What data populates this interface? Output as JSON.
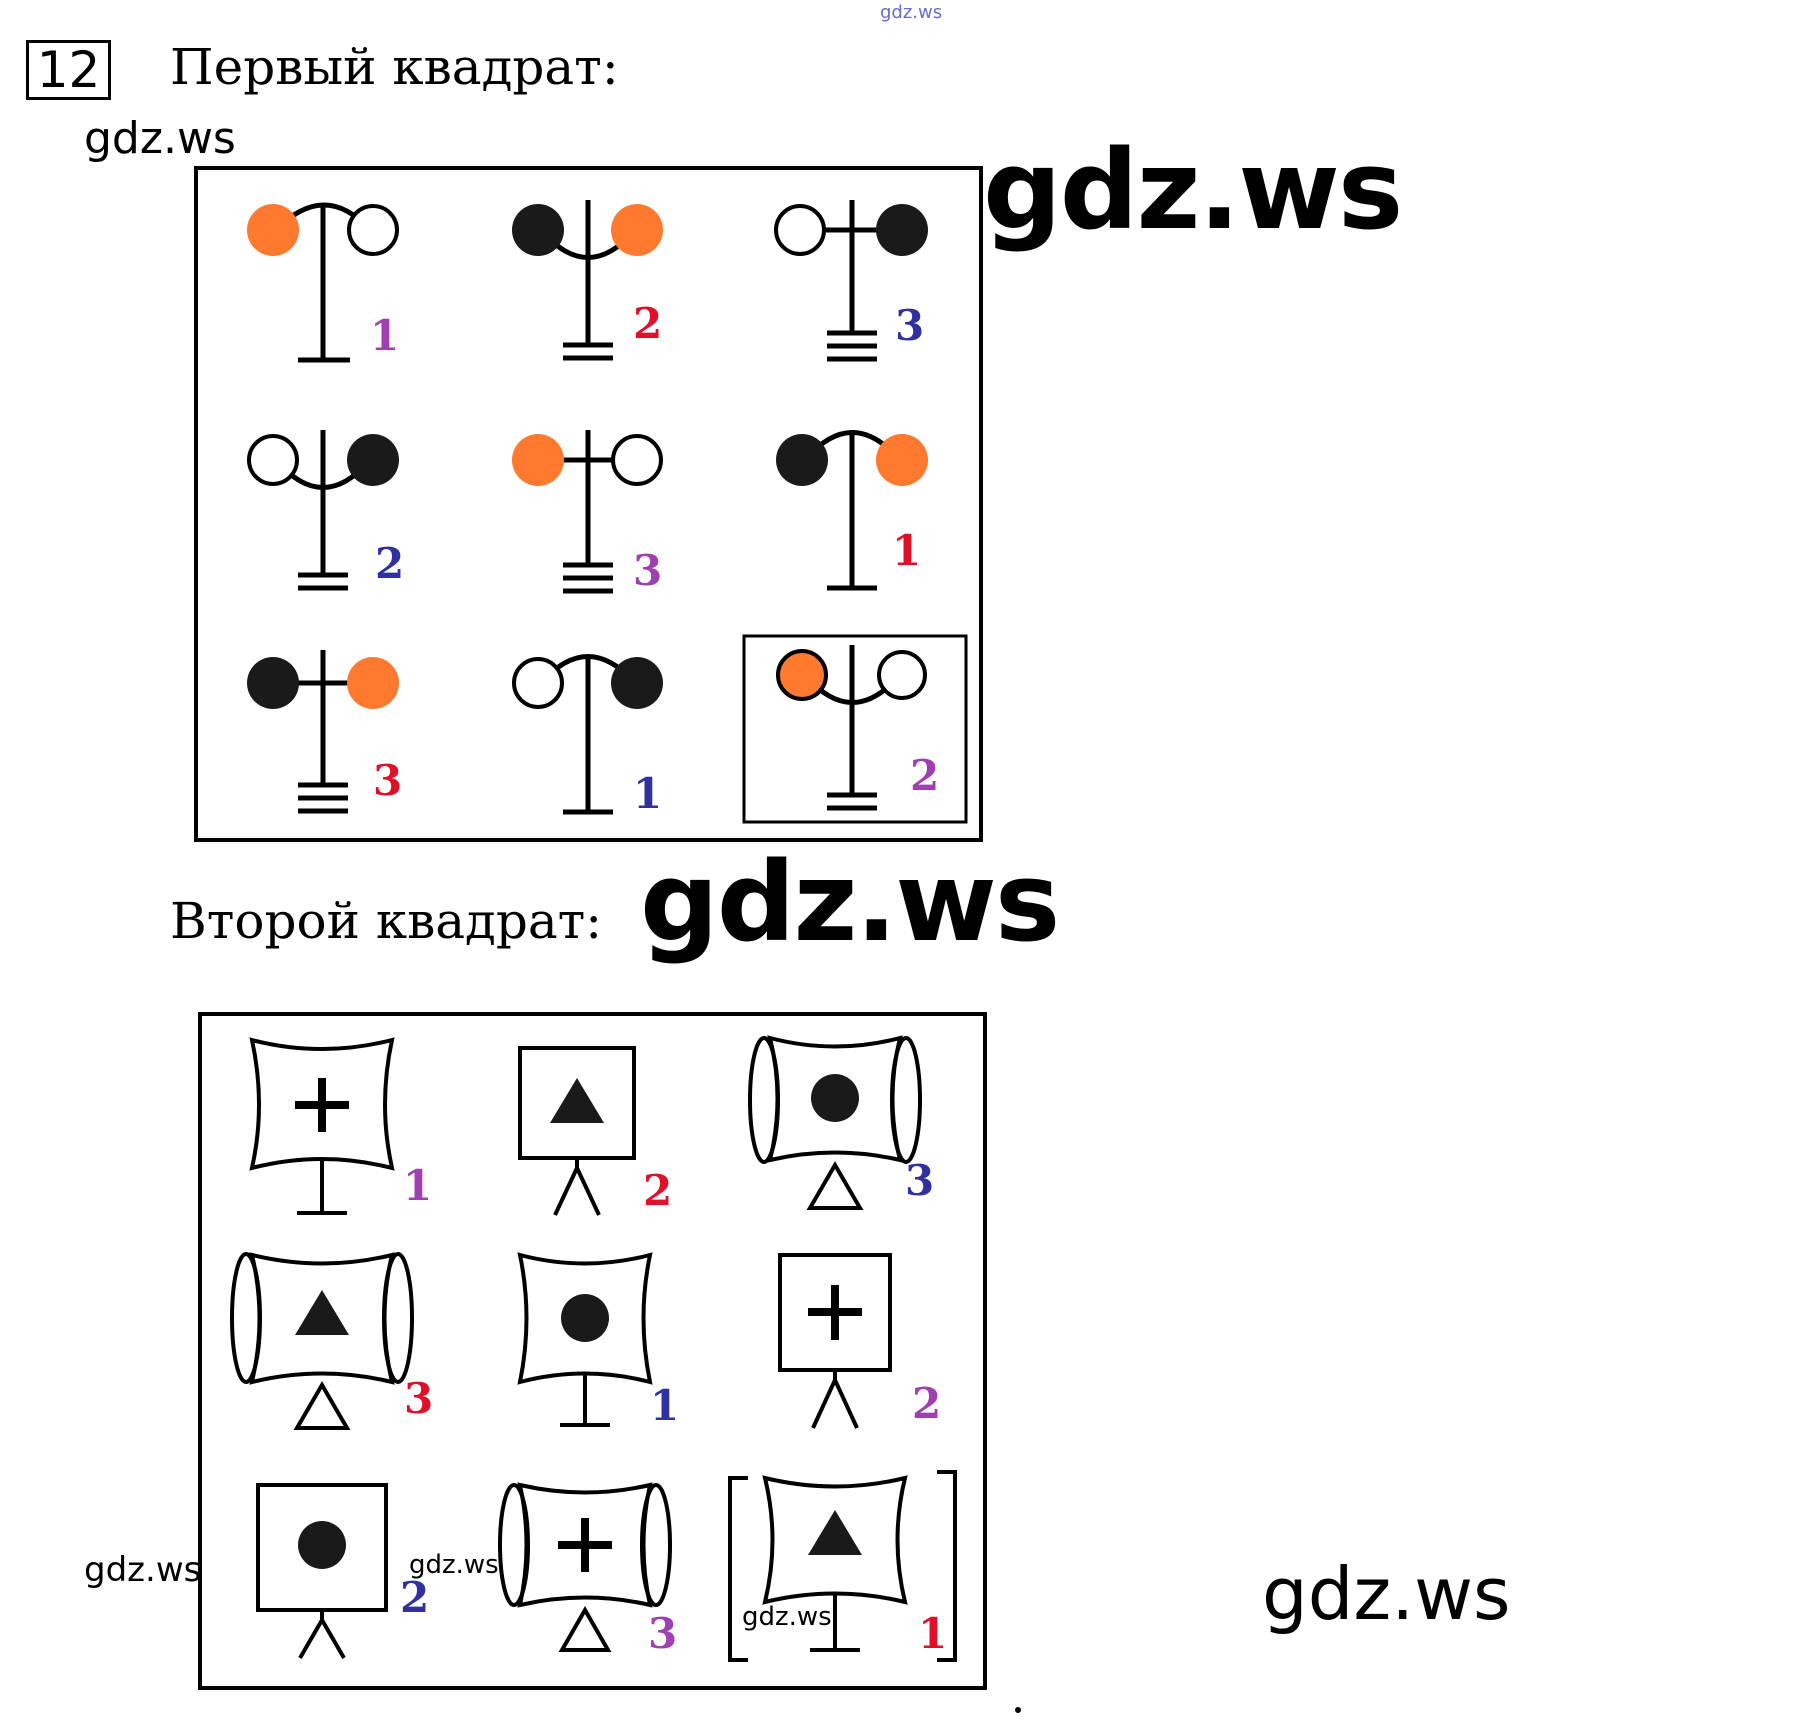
{
  "task": {
    "number": "12"
  },
  "sections": {
    "first_title": "Первый квадрат:",
    "second_title": "Второй квадрат:"
  },
  "watermarks": [
    "gdz.ws",
    "gdz.ws",
    "gdz.ws",
    "gdz.ws",
    "gdz.ws",
    "gdz.ws",
    "gdz.ws",
    "gdz.ws"
  ],
  "colors": {
    "orange": "#ff7a2e",
    "black": "#1a1a1a",
    "label_purple": "#a040b0",
    "label_red": "#e0102a",
    "label_blue": "#3030a0"
  },
  "grid1": [
    {
      "num": "1",
      "color": "purple"
    },
    {
      "num": "2",
      "color": "red"
    },
    {
      "num": "3",
      "color": "blue"
    },
    {
      "num": "2",
      "color": "blue"
    },
    {
      "num": "3",
      "color": "purple"
    },
    {
      "num": "1",
      "color": "red"
    },
    {
      "num": "3",
      "color": "red"
    },
    {
      "num": "1",
      "color": "blue"
    },
    {
      "num": "2",
      "color": "purple"
    }
  ],
  "grid2": [
    {
      "num": "1",
      "color": "purple"
    },
    {
      "num": "2",
      "color": "red"
    },
    {
      "num": "3",
      "color": "blue"
    },
    {
      "num": "3",
      "color": "red"
    },
    {
      "num": "1",
      "color": "blue"
    },
    {
      "num": "2",
      "color": "purple"
    },
    {
      "num": "2",
      "color": "blue"
    },
    {
      "num": "3",
      "color": "purple"
    },
    {
      "num": "1",
      "color": "red"
    }
  ]
}
